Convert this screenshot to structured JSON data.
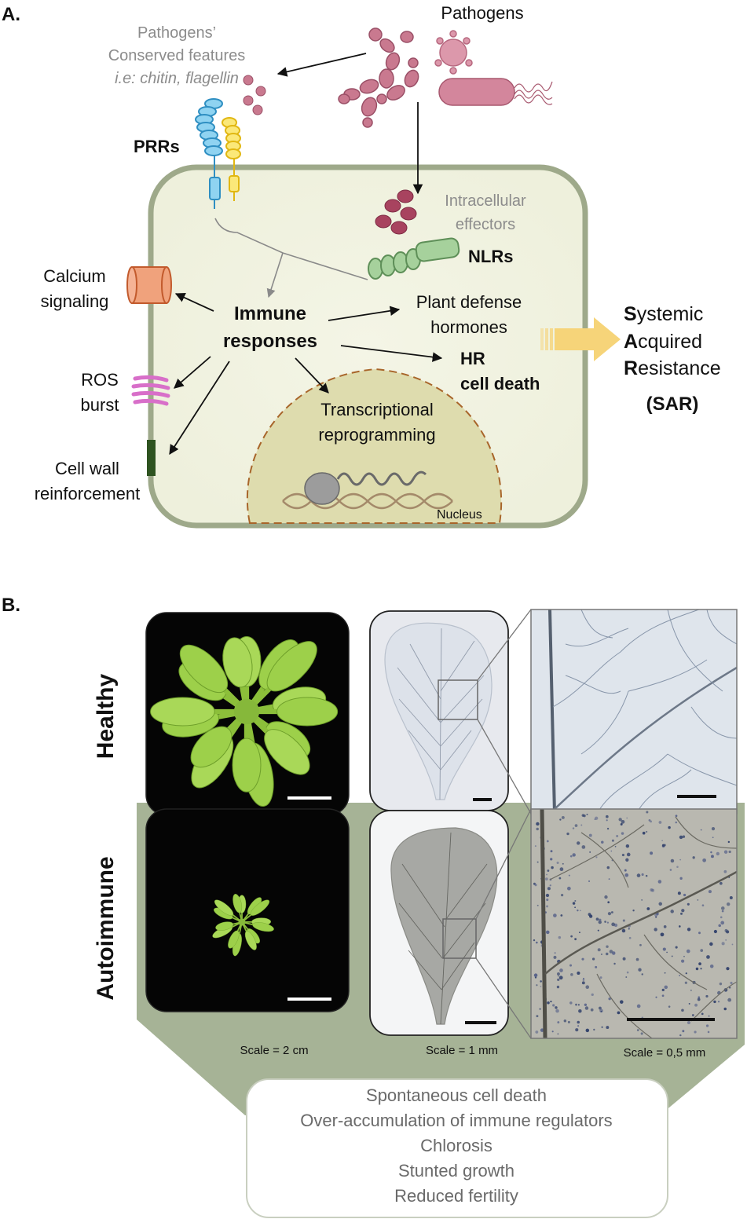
{
  "panel_a": {
    "label": "A.",
    "pathogens": "Pathogens",
    "conserved": [
      "Pathogens’",
      "Conserved features",
      "i.e: chitin, flagellin"
    ],
    "prrs": "PRRs",
    "effectors": [
      "Intracellular",
      "effectors"
    ],
    "nlrs": "NLRs",
    "calcium": [
      "Calcium",
      "signaling"
    ],
    "ros": [
      "ROS",
      "burst"
    ],
    "cell_wall": [
      "Cell wall",
      "reinforcement"
    ],
    "immune": [
      "Immune",
      "responses"
    ],
    "hormones": [
      "Plant defense",
      "hormones"
    ],
    "hr": [
      "HR",
      "cell death"
    ],
    "transcription": [
      "Transcriptional",
      "reprogramming"
    ],
    "nucleus": "Nucleus",
    "sar": {
      "line1_initial": "S",
      "line1_rest": "ystemic",
      "line2_initial": "A",
      "line2_rest": "cquired",
      "line3_initial": "R",
      "line3_rest": "esistance",
      "abbr": "(SAR)"
    }
  },
  "panel_b": {
    "label": "B.",
    "row_healthy": "Healthy",
    "row_autoimmune": "Autoimmune",
    "scales": [
      "Scale = 2 cm",
      "Scale = 1 mm",
      "Scale = 0,5 mm"
    ],
    "phenotypes": [
      "Spontaneous cell death",
      "Over-accumulation of immune regulators",
      "Chlorosis",
      "Stunted growth",
      "Reduced fertility"
    ]
  },
  "colors": {
    "cell_fill": "#eef0de",
    "cell_border": "#9ea98a",
    "pathogen": "#c9798f",
    "prr_blue": "#62bde6",
    "prr_yellow": "#f6df4e",
    "nlr_green": "#9cc894",
    "effector": "#a8435f",
    "calcium": "#ec9a73",
    "ros": "#d86fc9",
    "cell_wall": "#2e5320",
    "sar_arrow": "#f7d479",
    "nucleus_fill": "#dedcae",
    "panel_green": "#a6b396"
  }
}
